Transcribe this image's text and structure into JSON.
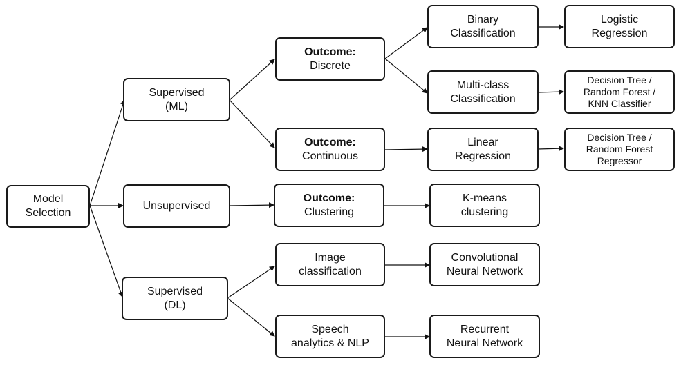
{
  "nodes": {
    "model_selection": [
      "Model",
      "Selection"
    ],
    "supervised_ml": [
      "Supervised",
      "(ML)"
    ],
    "unsupervised": [
      "Unsupervised"
    ],
    "supervised_dl": [
      "Supervised",
      "(DL)"
    ],
    "outcome_discrete": {
      "label": "Outcome:",
      "value": "Discrete"
    },
    "outcome_continuous": {
      "label": "Outcome:",
      "value": "Continuous"
    },
    "outcome_clustering": {
      "label": "Outcome:",
      "value": "Clustering"
    },
    "image_classification": [
      "Image",
      "classification"
    ],
    "speech_nlp": [
      "Speech",
      "analytics & NLP"
    ],
    "binary_classification": [
      "Binary",
      "Classification"
    ],
    "multiclass_classification": [
      "Multi-class",
      "Classification"
    ],
    "linear_regression": [
      "Linear",
      "Regression"
    ],
    "kmeans": [
      "K-means",
      "clustering"
    ],
    "cnn": [
      "Convolutional",
      "Neural Network"
    ],
    "rnn": [
      "Recurrent",
      "Neural Network"
    ],
    "logistic_regression": [
      "Logistic",
      "Regression"
    ],
    "dt_rf_knn": [
      "Decision Tree /",
      "Random Forest /",
      "KNN Classifier"
    ],
    "dt_rf_regressor": [
      "Decision Tree /",
      "Random Forest",
      "Regressor"
    ]
  }
}
